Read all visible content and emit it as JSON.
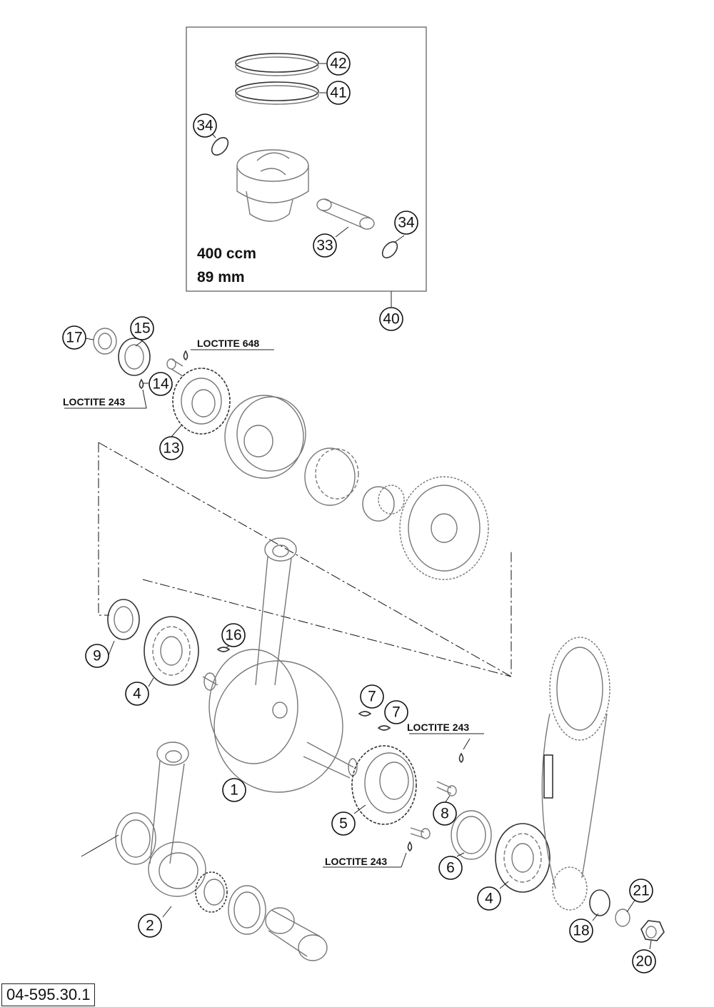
{
  "callouts": [
    "42",
    "41",
    "34",
    "34",
    "33",
    "40",
    "17",
    "15",
    "14",
    "13",
    "9",
    "4",
    "16",
    "7",
    "7",
    "8",
    "5",
    "1",
    "2",
    "6",
    "4",
    "21",
    "18",
    "20"
  ],
  "notes": [
    "LOCTITE 648",
    "LOCTITE 243",
    "LOCTITE 243",
    "LOCTITE 243"
  ],
  "piston_spec": {
    "displacement": "400 ccm",
    "bore": "89 mm"
  },
  "reference_code": "04-595.30.1"
}
